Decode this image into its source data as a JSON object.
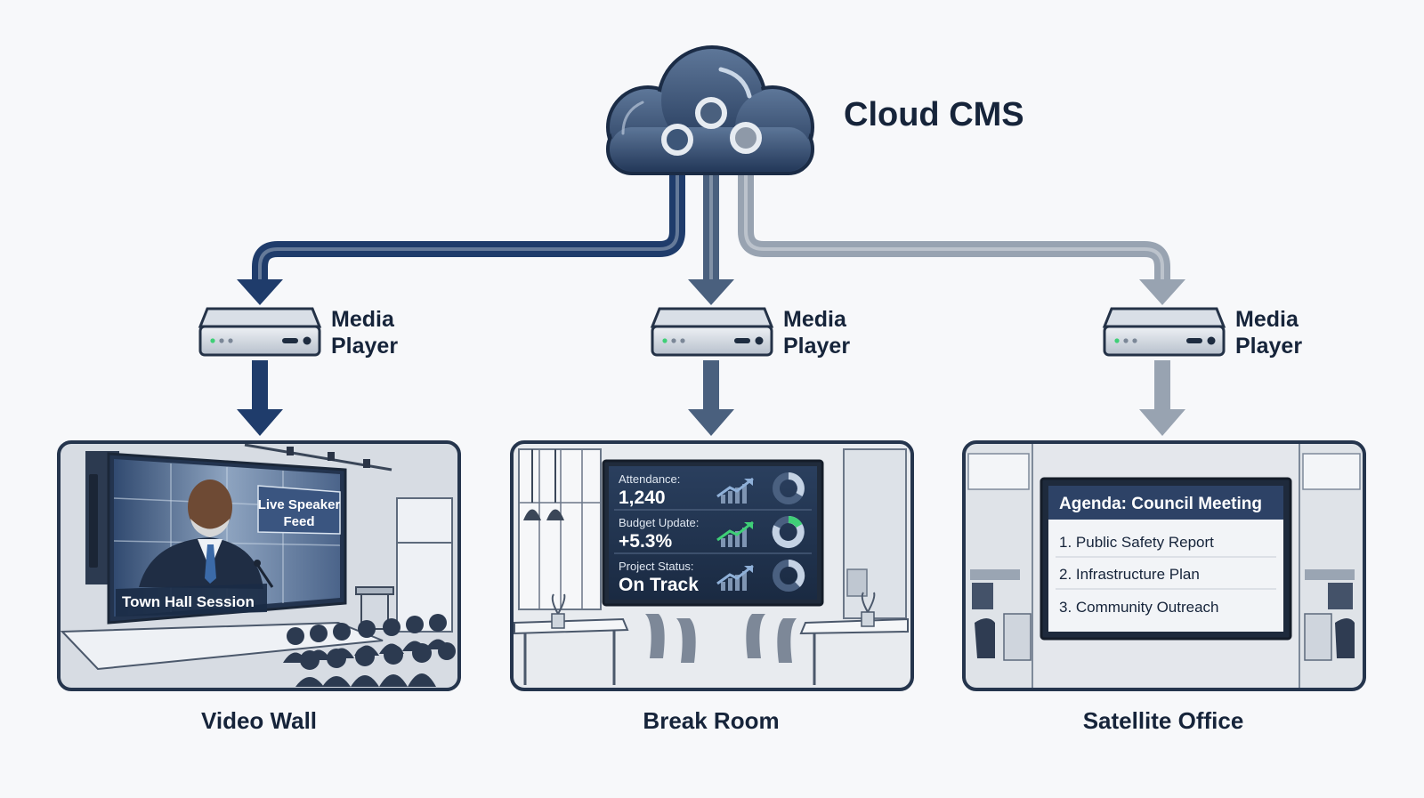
{
  "cloud": {
    "title": "Cloud CMS"
  },
  "colors": {
    "left": "#1f3c6b",
    "middle": "#4a607e",
    "right": "#98a3b1",
    "frame": "#25354d"
  },
  "players": [
    {
      "line1": "Media",
      "line2": "Player"
    },
    {
      "line1": "Media",
      "line2": "Player"
    },
    {
      "line1": "Media",
      "line2": "Player"
    }
  ],
  "locations": {
    "video_wall": {
      "label": "Video Wall",
      "screen_badge_line1": "Live Speaker",
      "screen_badge_line2": "Feed",
      "screen_caption": "Town Hall Session"
    },
    "break_room": {
      "label": "Break Room",
      "stats": [
        {
          "label": "Attendance:",
          "value": "1,240"
        },
        {
          "label": "Budget Update:",
          "value": "+5.3%"
        },
        {
          "label": "Project Status:",
          "value": "On Track"
        }
      ]
    },
    "satellite_office": {
      "label": "Satellite Office",
      "agenda_title": "Agenda: Council Meeting",
      "agenda_items": [
        "1. Public Safety Report",
        "2. Infrastructure Plan",
        "3. Community Outreach"
      ]
    }
  }
}
